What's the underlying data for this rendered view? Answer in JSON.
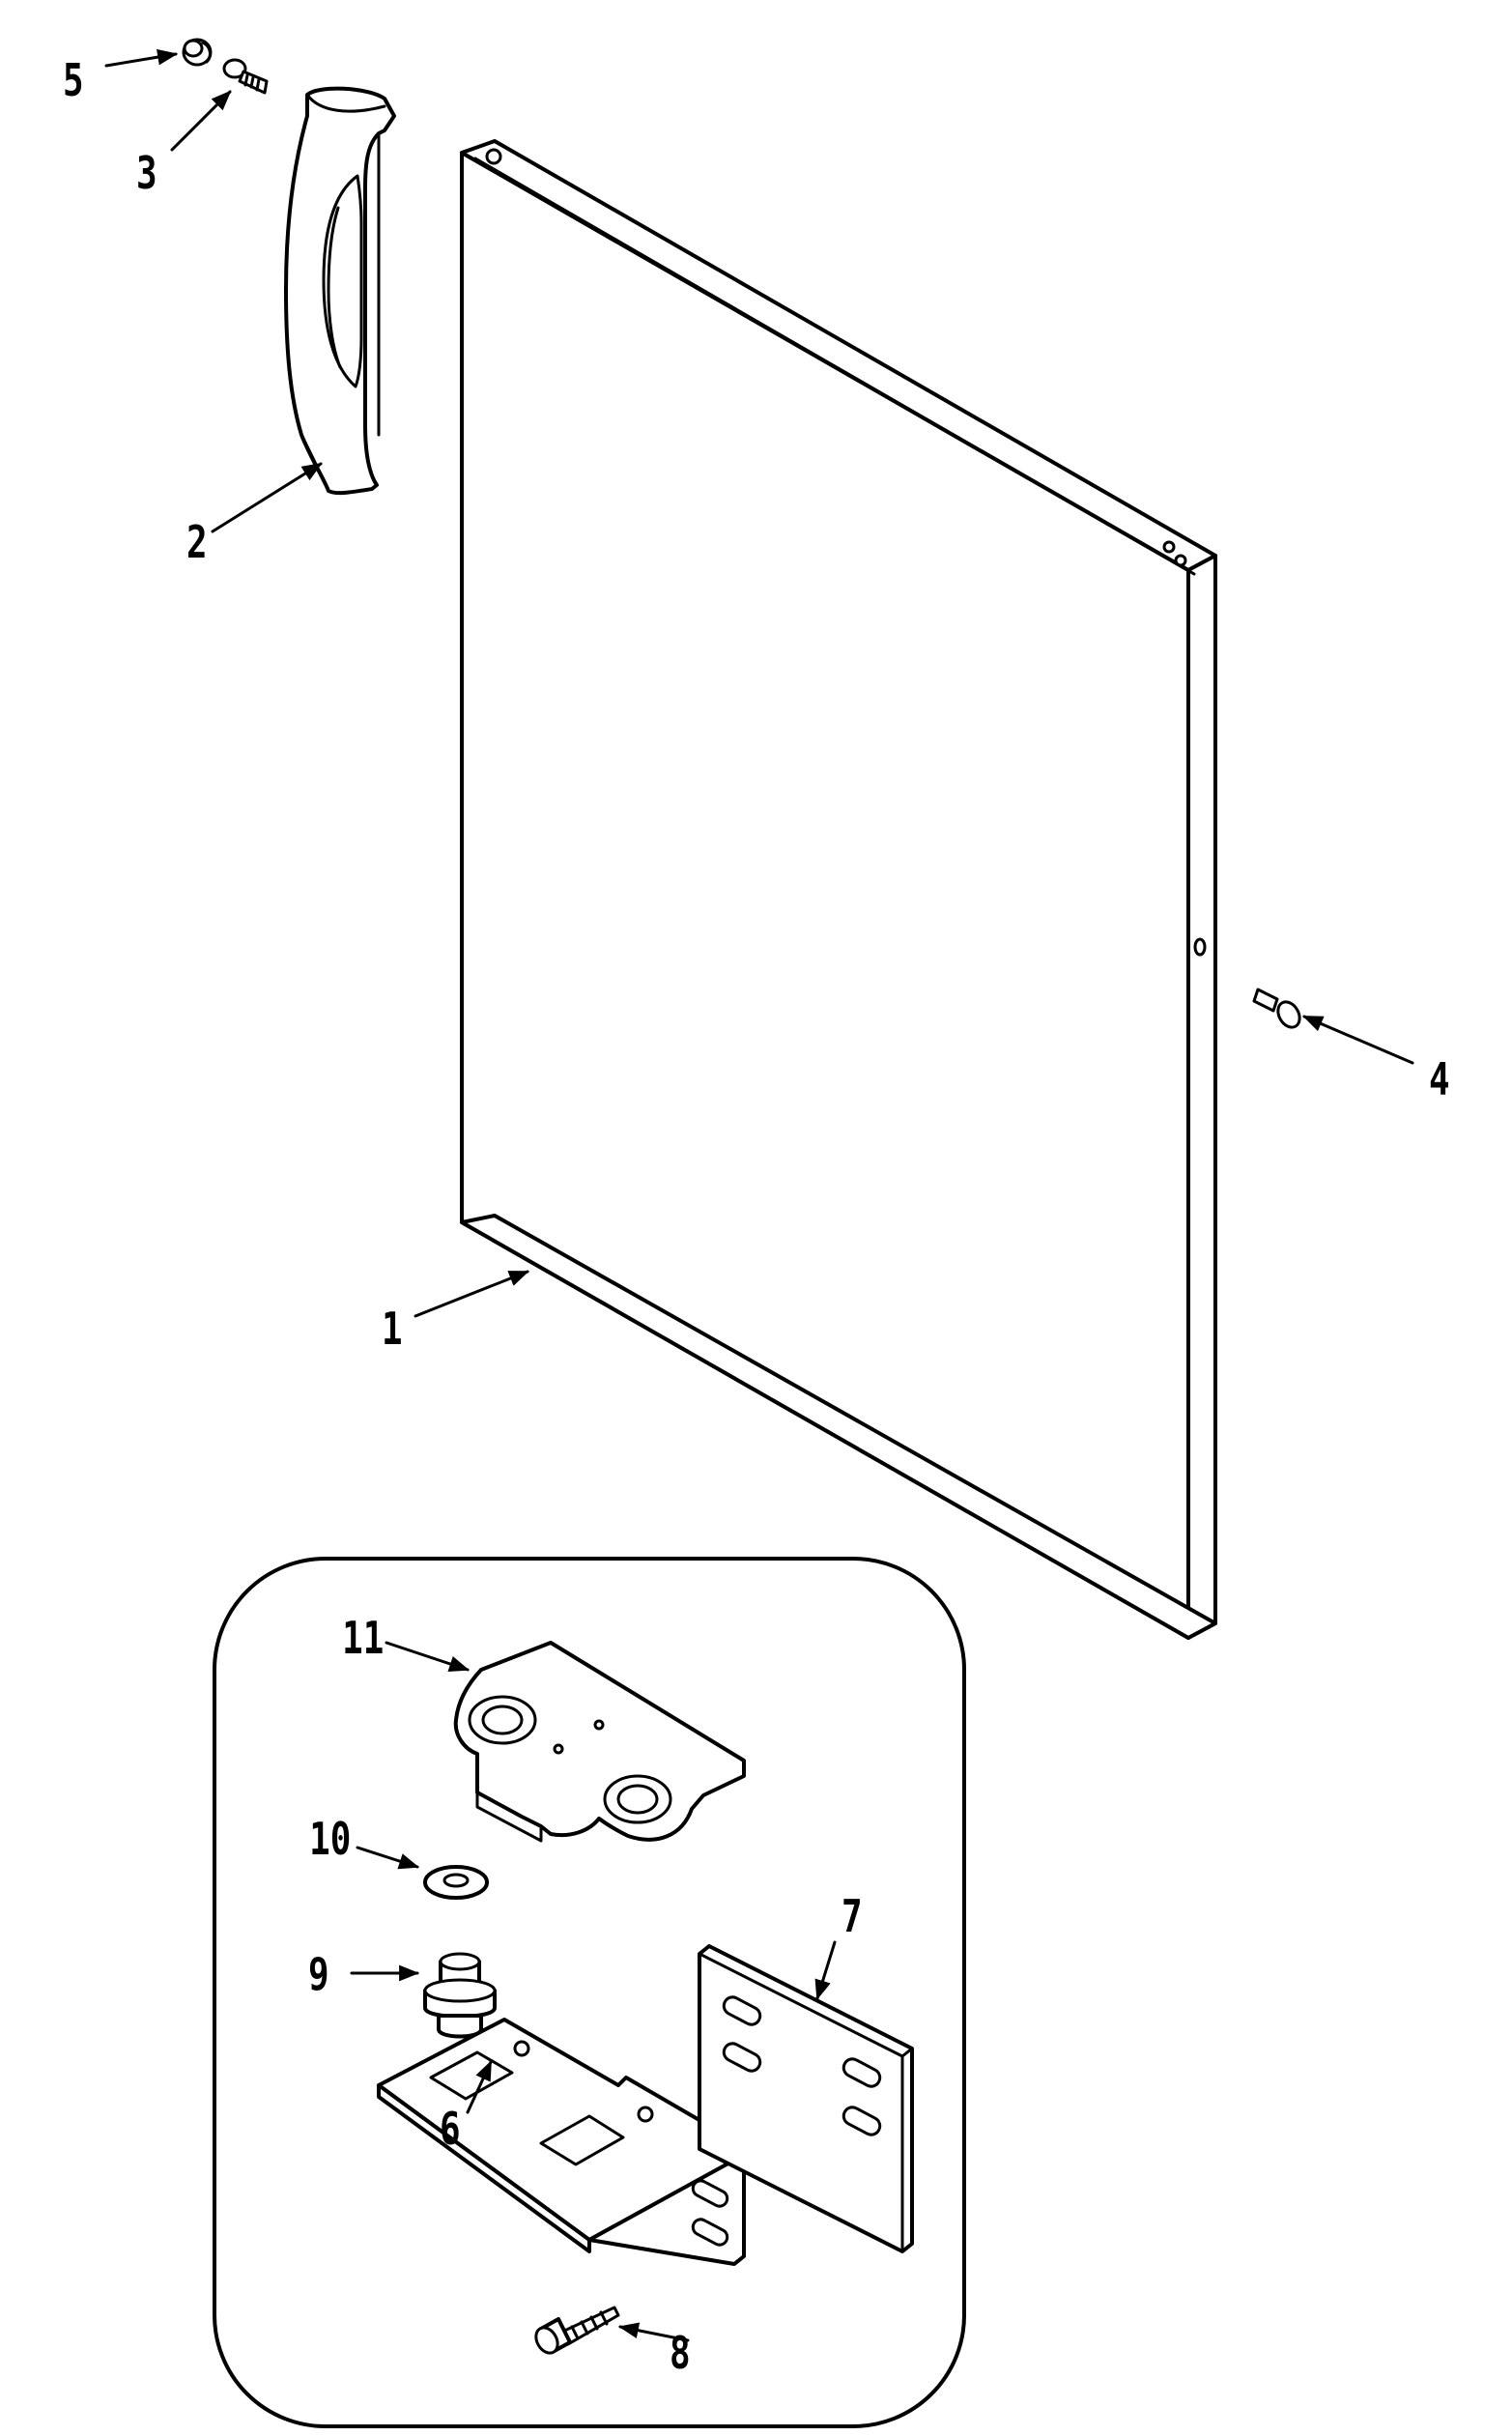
{
  "diagram": {
    "callouts": [
      {
        "id": "c1",
        "text": "1"
      },
      {
        "id": "c2",
        "text": "2"
      },
      {
        "id": "c3",
        "text": "3"
      },
      {
        "id": "c4",
        "text": "4"
      },
      {
        "id": "c5",
        "text": "5"
      },
      {
        "id": "c6",
        "text": "6"
      },
      {
        "id": "c7",
        "text": "7"
      },
      {
        "id": "c8",
        "text": "8"
      },
      {
        "id": "c9",
        "text": "9"
      },
      {
        "id": "c10",
        "text": "10"
      },
      {
        "id": "c11",
        "text": "11"
      }
    ]
  }
}
